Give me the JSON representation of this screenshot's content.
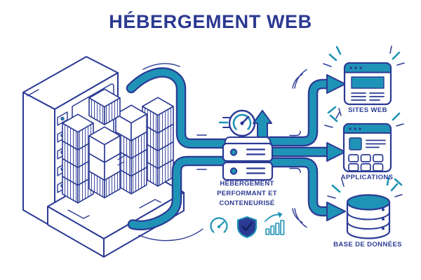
{
  "title": "HÉBERGEMENT WEB",
  "colors": {
    "navy": "#2b3a94",
    "teal": "#1f93b6",
    "title_blue": "#2b3990",
    "background": "#ffffff"
  },
  "left_illustration": {
    "icon": "server-rack-with-container-cubes"
  },
  "center": {
    "caption_lines": [
      "HÉBERGEMENT",
      "PERFORMANT ET",
      "CONTENEURISÉ"
    ],
    "icon": "server-stack-icon",
    "top_icons": [
      "speedometer-icon",
      "up-arrow-icon"
    ],
    "badge_icons": [
      "speedometer-icon",
      "shield-check-icon",
      "growth-chart-icon"
    ]
  },
  "outputs": [
    {
      "label": "SITES WEB",
      "icon": "browser-window-icon"
    },
    {
      "label": "APPLICATIONS",
      "icon": "app-window-icon"
    },
    {
      "label": "BASE DE DONNÉES",
      "icon": "database-icon"
    }
  ]
}
